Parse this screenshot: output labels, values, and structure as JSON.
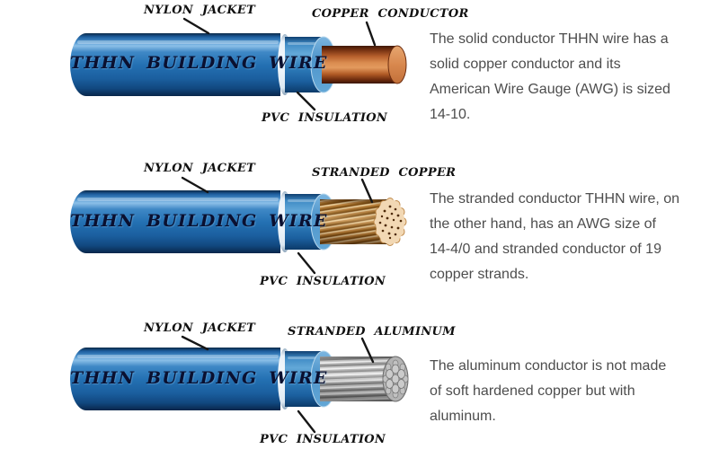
{
  "wires": [
    {
      "conductor_type": "solid copper",
      "labels": {
        "jacket": "NYLON JACKET",
        "conductor": "COPPER CONDUCTOR",
        "insulation": "PVC INSULATION"
      },
      "wire_print": "THHN BUILDING WIRE",
      "description_lines": [
        "The solid conductor THHN wire has a",
        "solid copper conductor and its",
        "American Wire Gauge (AWG) is sized",
        "14-10."
      ]
    },
    {
      "conductor_type": "stranded copper",
      "labels": {
        "jacket": "NYLON JACKET",
        "conductor": "STRANDED COPPER",
        "insulation": "PVC INSULATION"
      },
      "wire_print": "THHN BUILDING WIRE",
      "description_lines": [
        "The stranded conductor THHN wire, on",
        "the other hand, has an AWG size of",
        "14-4/0 and stranded conductor of 19",
        "copper strands."
      ]
    },
    {
      "conductor_type": "stranded aluminum",
      "labels": {
        "jacket": "NYLON JACKET",
        "conductor": "STRANDED ALUMINUM",
        "insulation": "PVC INSULATION"
      },
      "wire_print": "THHN BUILDING WIRE",
      "description_lines": [
        "The aluminum conductor is not made",
        "of soft hardened copper but with",
        "aluminum."
      ]
    }
  ],
  "colors": {
    "background": "#ffffff",
    "jacket_blue": "#2471b3",
    "jacket_highlight": "#8cc0e8",
    "insulation_blue": "#4e95cb",
    "ring_white": "#eef4f9",
    "copper": "#c97a40",
    "copper_face": "#d8884e",
    "stranded_copper_face": "#f2d8b4",
    "aluminum": "#bdbdbd",
    "label_text": "#101010",
    "wire_print_text": "#0a1030",
    "description_text": "#4d4d4d",
    "pointer_line": "#161616"
  }
}
